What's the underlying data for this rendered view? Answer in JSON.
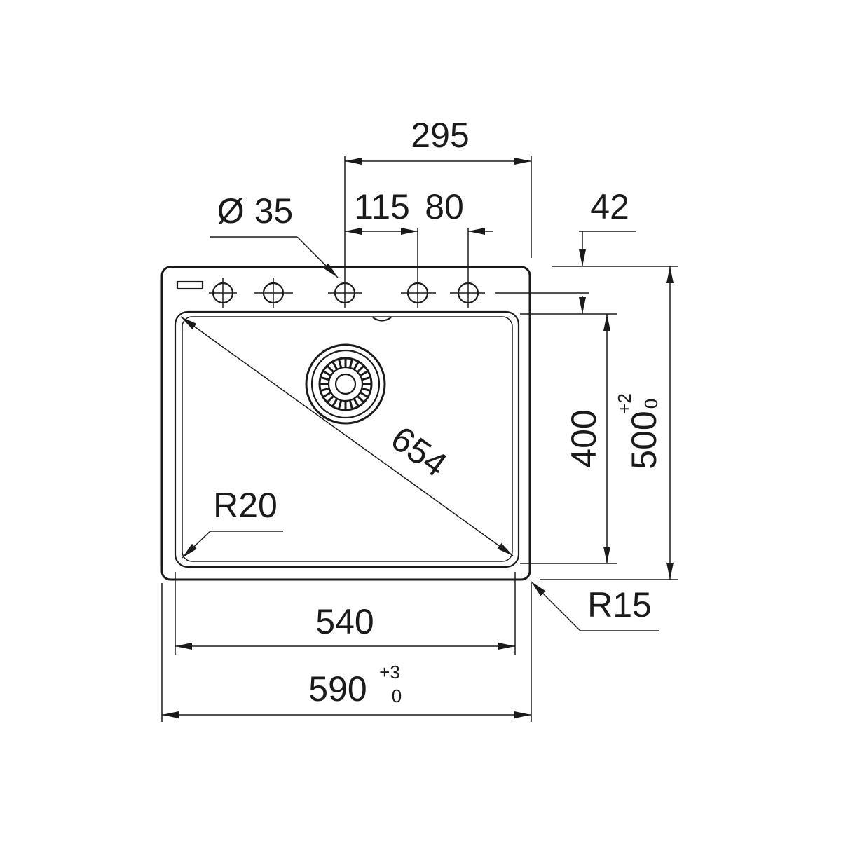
{
  "drawing": {
    "dims": {
      "top_span": "295",
      "tap_spacing_a": "115",
      "tap_spacing_b": "80",
      "hole_diameter": "Ø 35",
      "edge_offset": "42",
      "diagonal": "654",
      "inner_radius": "R20",
      "bowl_depth": "400",
      "outer_depth": "500",
      "outer_depth_tol_upper": "+2",
      "outer_depth_tol_lower": "0",
      "bowl_width": "540",
      "outer_width": "590",
      "outer_width_tol_upper": "+3",
      "outer_width_tol_lower": "0",
      "outer_radius": "R15"
    },
    "colors": {
      "line": "#1a1a1a",
      "background": "#ffffff"
    }
  }
}
